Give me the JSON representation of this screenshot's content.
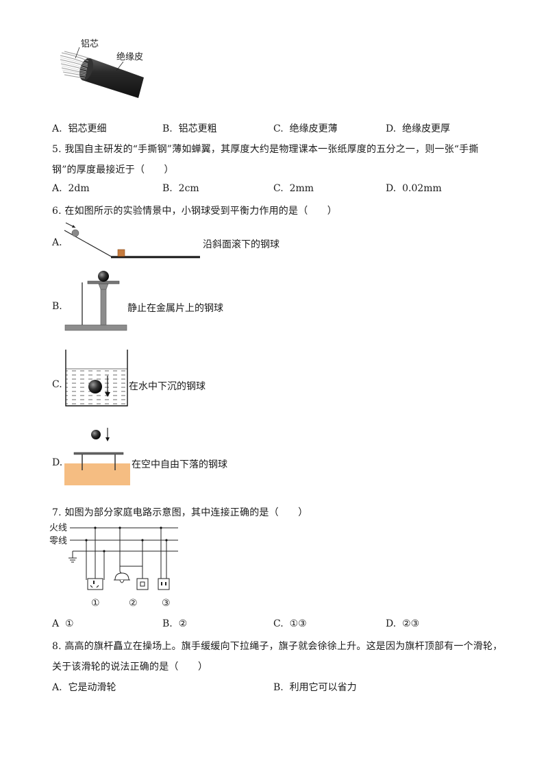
{
  "q4": {
    "figure_labels": {
      "core": "铝芯",
      "insulation": "绝缘皮"
    },
    "options": [
      {
        "letter": "A.",
        "text": "铝芯更细"
      },
      {
        "letter": "B.",
        "text": "铝芯更粗"
      },
      {
        "letter": "C.",
        "text": "绝缘皮更薄"
      },
      {
        "letter": "D.",
        "text": "绝缘皮更厚"
      }
    ]
  },
  "q5": {
    "line1": "5. 我国自主研发的“手撕钢”薄如蝉翼，其厚度大约是物理课本一张纸厚度的五分之一，则一张“手撕",
    "line2": "钢”的厚度最接近于（　　）",
    "options": [
      {
        "letter": "A.",
        "text": "2dm"
      },
      {
        "letter": "B.",
        "text": "2cm"
      },
      {
        "letter": "C.",
        "text": "2mm"
      },
      {
        "letter": "D.",
        "text": "0.02mm"
      }
    ]
  },
  "q6": {
    "stem": "6. 在如图所示的实验情景中，小钢球受到平衡力作用的是（　　）",
    "options": [
      {
        "letter": "A.",
        "caption": "沿斜面滚下的钢球"
      },
      {
        "letter": "B.",
        "caption": "静止在金属片上的钢球"
      },
      {
        "letter": "C.",
        "caption": "在水中下沉的钢球"
      },
      {
        "letter": "D.",
        "caption": "在空中自由下落的钢球"
      }
    ]
  },
  "q7": {
    "stem": "7. 如图为部分家庭电路示意图，其中连接正确的是（　　）",
    "figure": {
      "live": "火线",
      "neutral": "零线",
      "n1": "①",
      "n2": "②",
      "n3": "③"
    },
    "options": [
      {
        "letter": "A",
        "text": "①"
      },
      {
        "letter": "B.",
        "text": "②"
      },
      {
        "letter": "C.",
        "text": "①③"
      },
      {
        "letter": "D.",
        "text": "②③"
      }
    ]
  },
  "q8": {
    "line1": "8. 高高的旗杆矗立在操场上。旗手缓缓向下拉绳子，旗子就会徐徐上升。这是因为旗杆顶部有一个滑轮，",
    "line2": "关于该滑轮的说法正确的是（　　）",
    "options": [
      {
        "letter": "A.",
        "text": "它是动滑轮"
      },
      {
        "letter": "B.",
        "text": "利用它可以省力"
      }
    ]
  }
}
